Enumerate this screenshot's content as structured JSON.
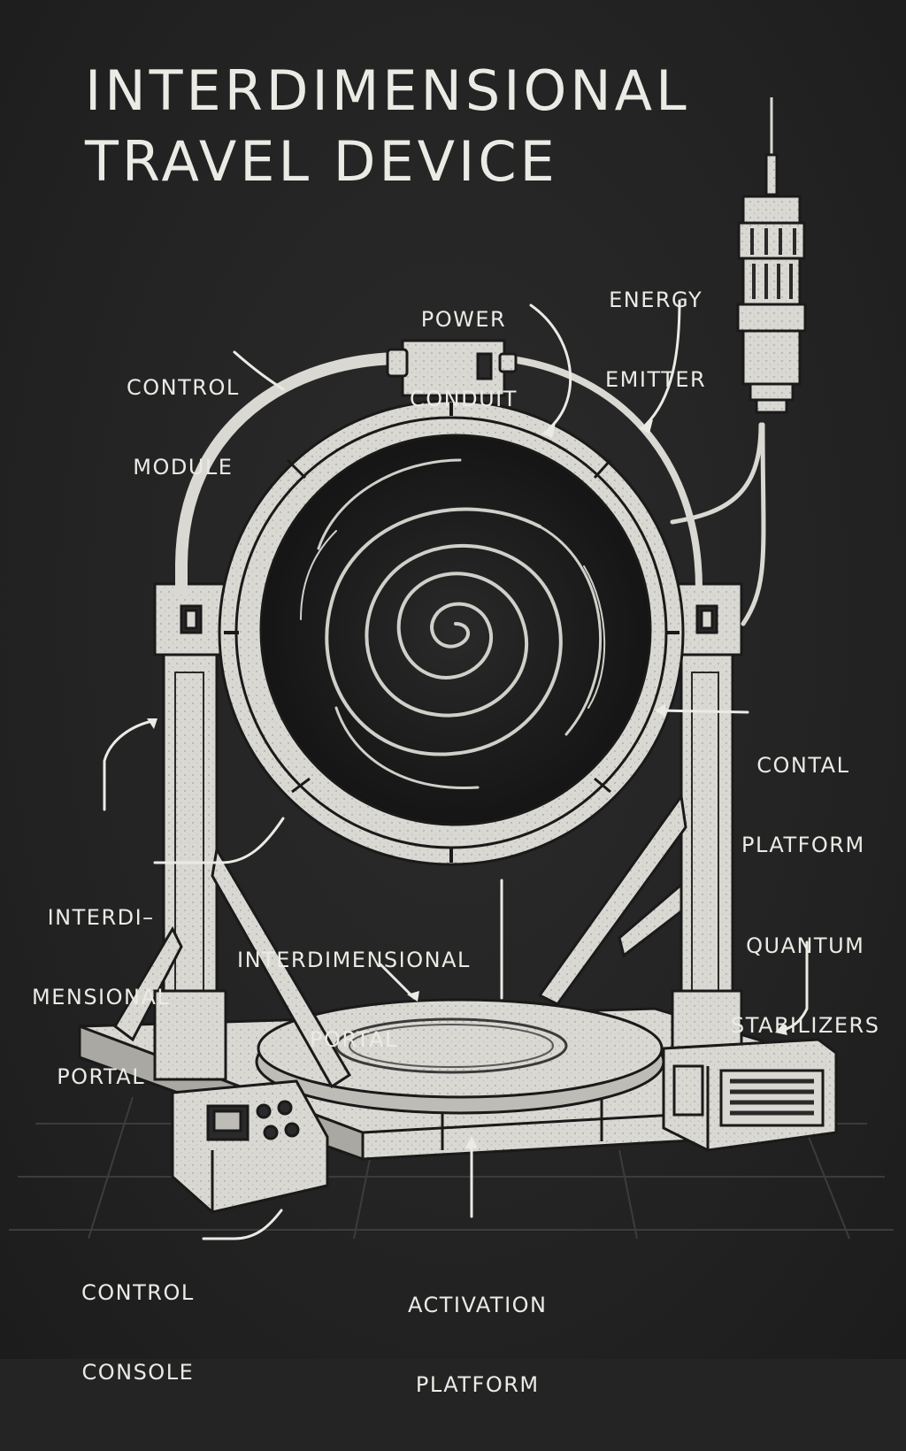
{
  "title": {
    "line1": "INTERDIMENSIONAL",
    "line2": "TRAVEL DEVICE"
  },
  "labels": {
    "power_conduit": [
      "POWER",
      "CONDUIT"
    ],
    "energy_emitter": [
      "ENERGY",
      "EMITTER"
    ],
    "control_module": [
      "CONTROL",
      "MODULE"
    ],
    "contal_platform": [
      "CONTAL",
      "PLATFORM"
    ],
    "portal_left": [
      "INTERDI–",
      "MENSIONAL",
      "PORTAL"
    ],
    "portal_center": [
      "INTERDIMENSIONAL",
      "PORTAL"
    ],
    "quantum_stabilizers": [
      "QUANTUM",
      "STABILIZERS"
    ],
    "control_console": [
      "CONTROL",
      "CONSOLE"
    ],
    "activation_platform": [
      "ACTIVATION",
      "PLATFORM"
    ]
  },
  "colors": {
    "background": "#242424",
    "ink": "#ebebe6",
    "panel": "#d9d8d2",
    "shadow": "#1a1a1a"
  },
  "icons": {
    "portal": "spiral-vortex",
    "emitter": "antenna-tower",
    "console": "control-panel"
  }
}
